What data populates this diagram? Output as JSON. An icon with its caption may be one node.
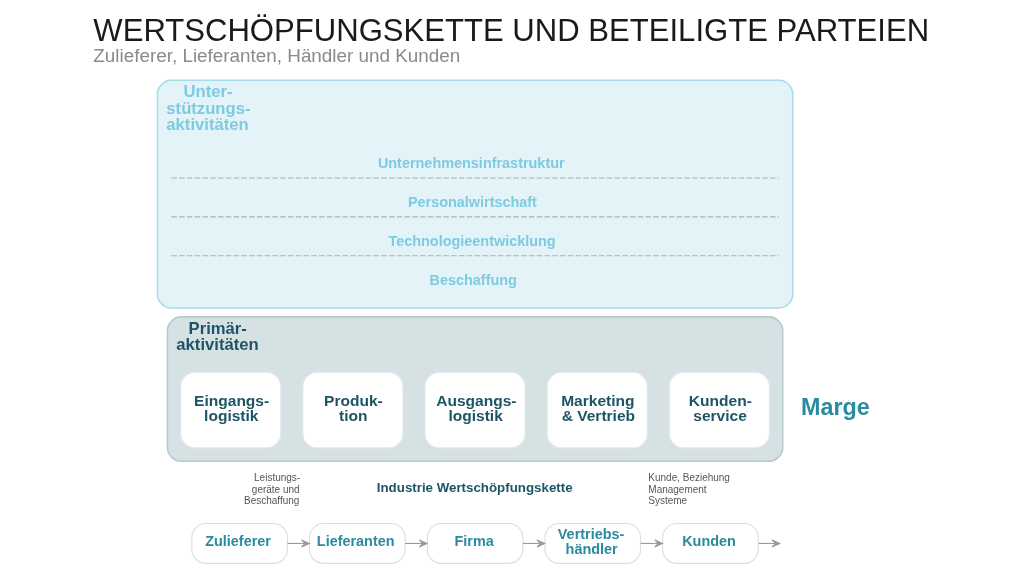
{
  "diagram": {
    "title": "WERTSCHÖPFUNGSKETTE UND BETEILIGTE PARTEIEN",
    "caption": "Zulieferer, Lieferanten, Händler und Kunden",
    "nodes": [
      {
        "text": [
          "Unter- stützungs- aktivitäten"
        ]
      },
      {
        "text": [
          "Unternehmensinfrastruktur"
        ],
        "in": 0
      },
      {
        "text": [
          "Personalwirtschaft"
        ],
        "in": 0
      },
      {
        "text": [
          "Technologieentwicklung"
        ],
        "in": 0
      },
      {
        "text": [
          "Beschaffung"
        ],
        "in": 0
      },
      {
        "text": [
          "Primär- aktivitäten"
        ]
      },
      {
        "text": [
          "Eingangs- logistik"
        ],
        "in": 5
      },
      {
        "text": [
          "Produk- tion"
        ],
        "in": 5
      },
      {
        "text": [
          "Ausgangs- logistik"
        ],
        "in": 5
      },
      {
        "text": [
          "Marketing & Vertrieb"
        ],
        "in": 5
      },
      {
        "text": [
          "Kunden- service"
        ],
        "in": 5
      },
      {
        "text": [
          "Zulieferer"
        ]
      },
      {
        "text": [
          "Lieferanten"
        ]
      },
      {
        "text": [
          "Firma"
        ]
      },
      {
        "text": [
          "Vertriebs- händler"
        ]
      },
      {
        "text": [
          "Kunden"
        ]
      }
    ],
    "edges": [
      {
        "from": 11,
        "to": 12,
        "arrow": "to"
      },
      {
        "from": 12,
        "to": 13,
        "arrow": "to"
      },
      {
        "from": 13,
        "to": 14,
        "arrow": "to"
      },
      {
        "from": 14,
        "to": 15,
        "arrow": "to"
      },
      {
        "from": 15,
        "to": null,
        "arrow": "to"
      }
    ],
    "labels": [
      "Marge",
      "Leistungs- geräte und Beschaffung",
      "Industrie Wertschöpfungskette",
      "Kunde, Beziehung Management Systeme"
    ]
  }
}
